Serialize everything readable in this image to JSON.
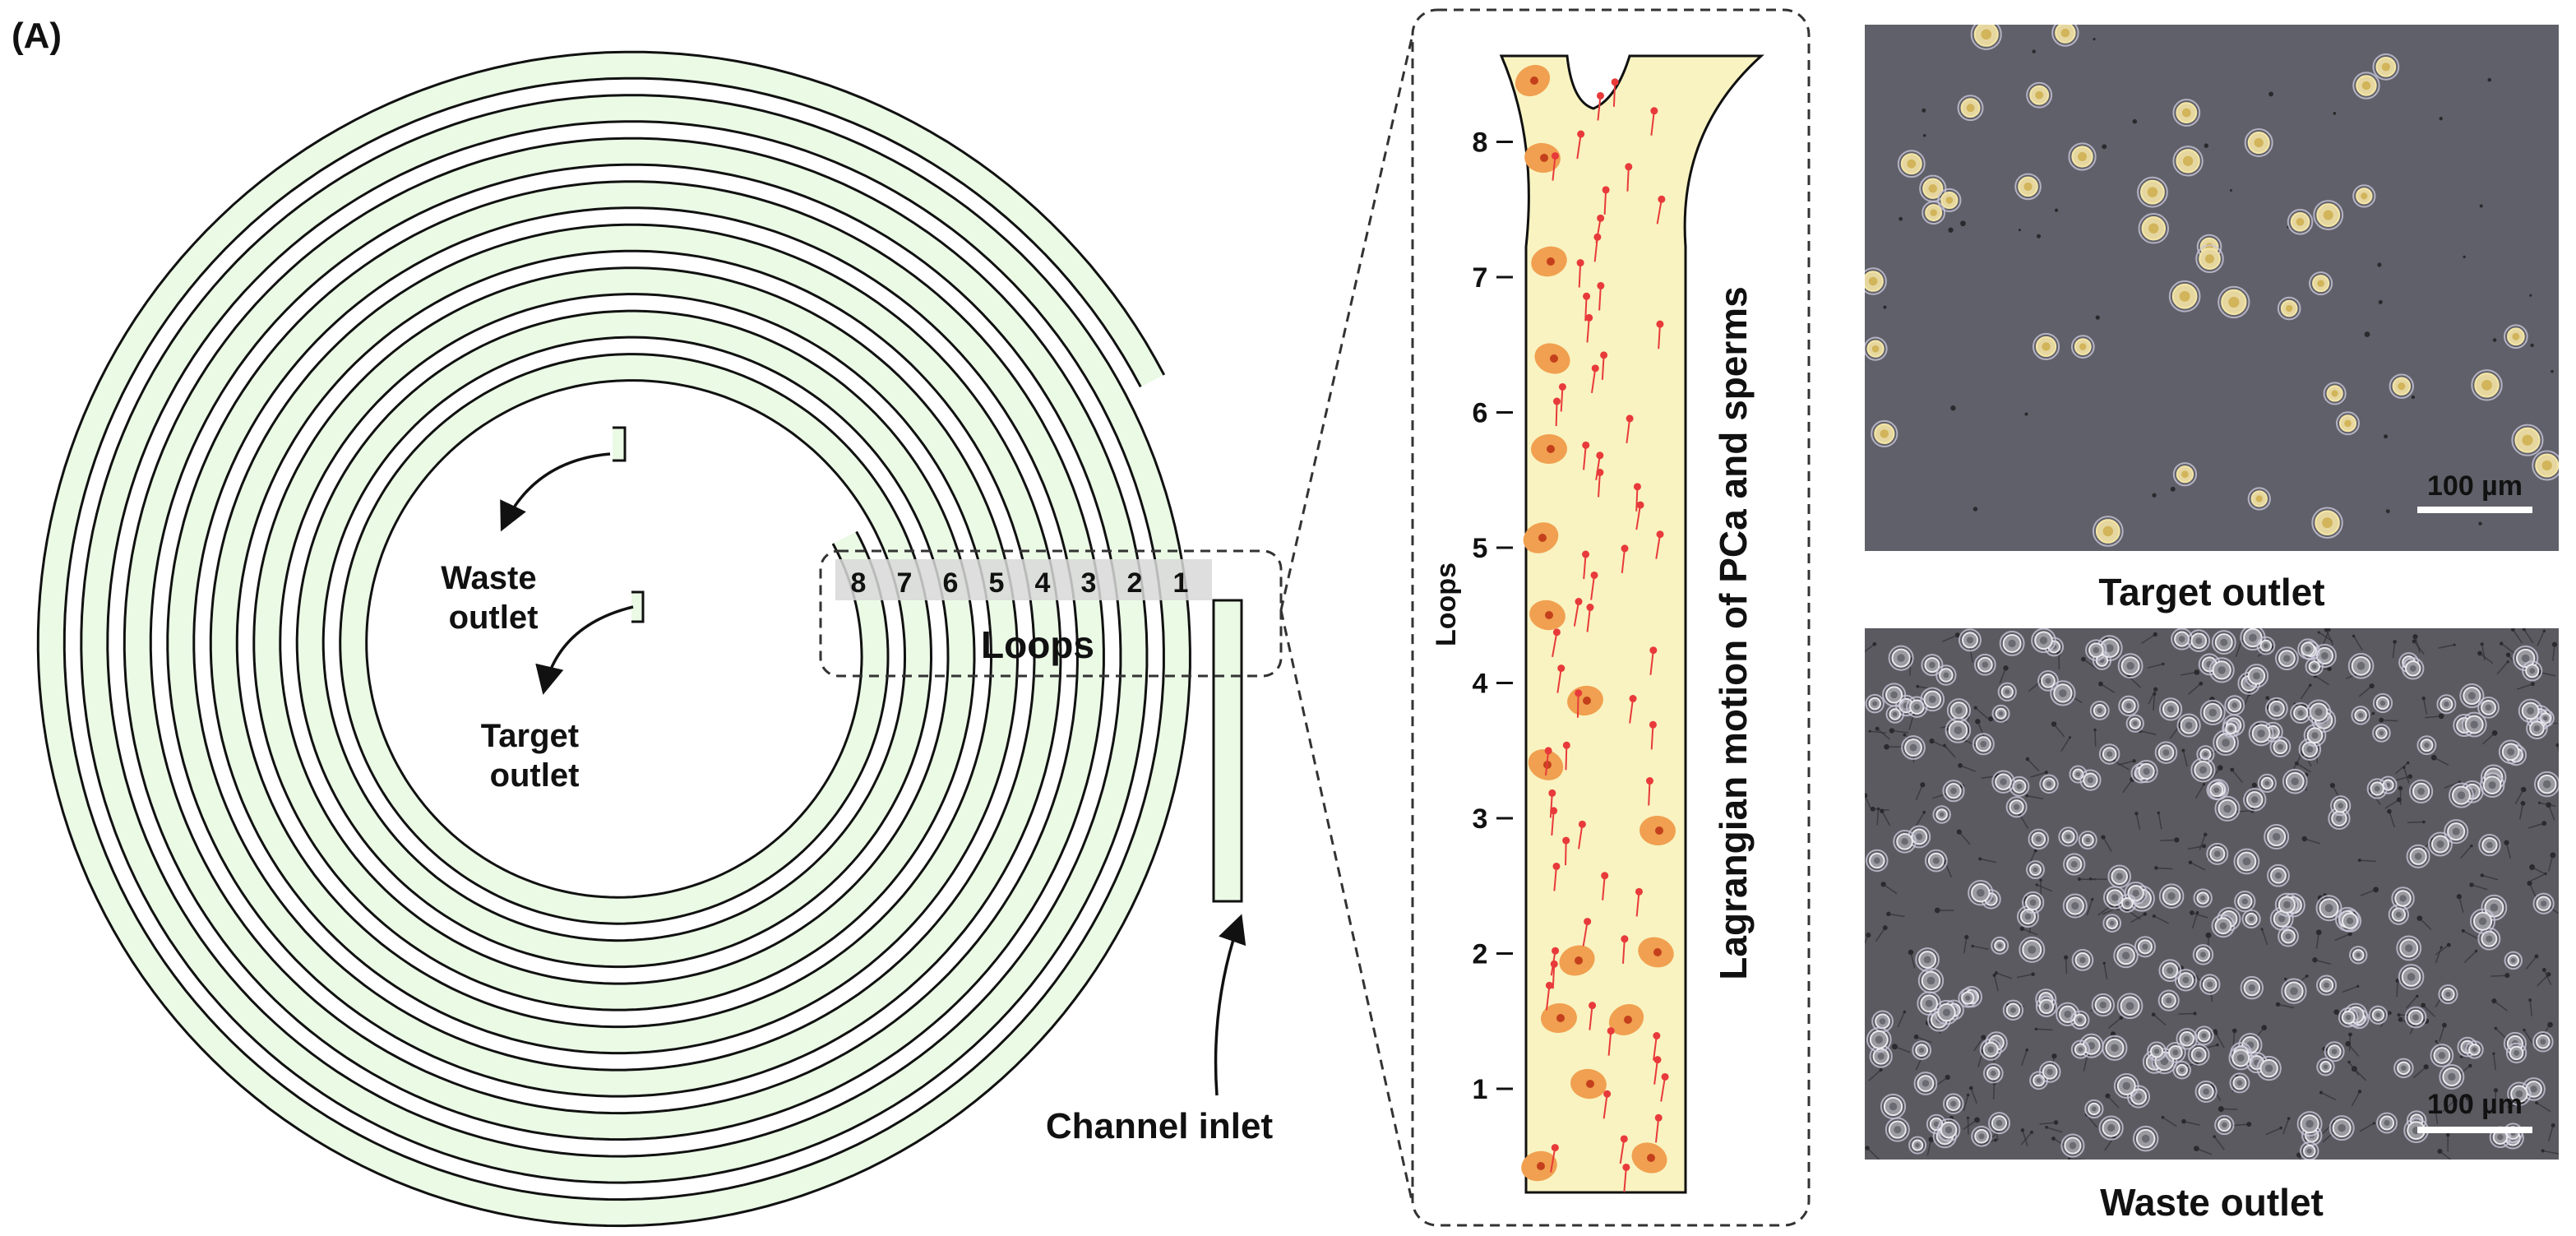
{
  "panel_label": "(A)",
  "spiral": {
    "loop_numbers": [
      "8",
      "7",
      "6",
      "5",
      "4",
      "3",
      "2",
      "1"
    ],
    "loops_label": "Loops",
    "waste_outlet": [
      "Waste",
      "outlet"
    ],
    "target_outlet": [
      "Target",
      "outlet"
    ],
    "channel_inlet": "Channel inlet"
  },
  "zoom": {
    "axis_label": "Loops",
    "ticks": [
      "1",
      "2",
      "3",
      "4",
      "5",
      "6",
      "7",
      "8"
    ],
    "vertical_title": "Lagrangian motion of PCa and sperms"
  },
  "micrographs": {
    "target": {
      "caption": "Target outlet",
      "scale_bar": "100 µm"
    },
    "waste": {
      "caption": "Waste outlet",
      "scale_bar": "100 µm"
    }
  },
  "colors": {
    "channel_fill": "#eafae5",
    "zoom_fill": "#f9f3c1",
    "cell_fill": "#f0a050",
    "cell_nucleus": "#c4401c",
    "sperm": "#e83a3a",
    "micrograph_bg": "#5e5e66",
    "loop_band": "#d8d8d8"
  }
}
